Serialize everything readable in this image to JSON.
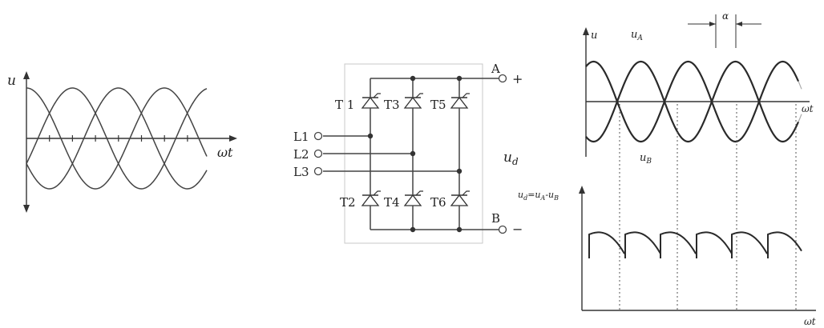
{
  "left_plot": {
    "y_label": "u",
    "x_label": "ωt"
  },
  "circuit": {
    "inputs": [
      "L1",
      "L2",
      "L3"
    ],
    "thyristors_top": [
      "T 1",
      "T3",
      "T5"
    ],
    "thyristors_bottom": [
      "T2",
      "T4",
      "T6"
    ],
    "terminal_a": "A",
    "terminal_b": "B",
    "plus": "+",
    "minus": "−",
    "output": "u",
    "output_sub": "d"
  },
  "right_top": {
    "y_label": "u",
    "x_label": "ωt",
    "alpha": "α",
    "ua": "u",
    "ua_sub": "A",
    "ub": "u",
    "ub_sub": "B"
  },
  "right_bottom": {
    "y_label": "u",
    "y_label_rest": "=u",
    "y_label_rest2": "-u",
    "sub_d": "d",
    "sub_a": "A",
    "sub_b": "B",
    "x_label": "ωt"
  },
  "colors": {
    "ink": "#222222",
    "wire": "#444444",
    "light": "#aaaaaa"
  }
}
